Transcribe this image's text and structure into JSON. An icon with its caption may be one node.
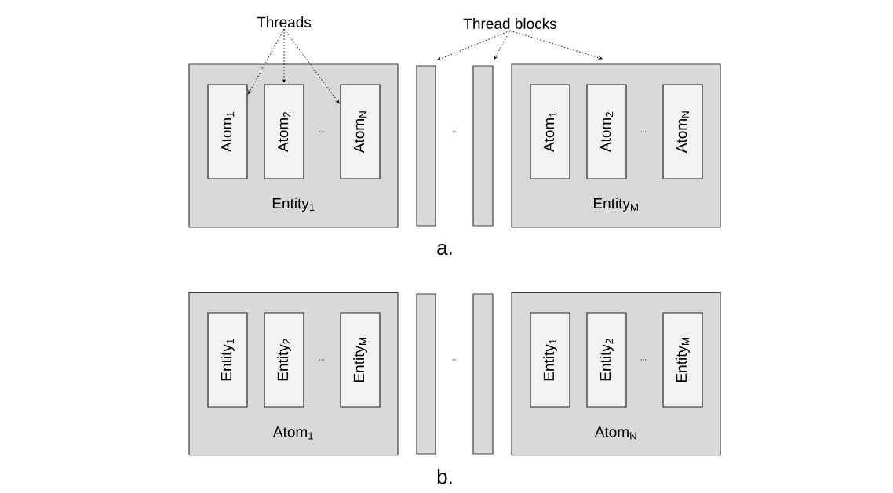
{
  "diagram": {
    "nodes": [
      {
        "text": [
          "Threads"
        ]
      },
      {
        "text": [
          "Thread blocks"
        ]
      },
      {
        "text": [
          "Entity$_{1}$"
        ]
      },
      {
        "text": [
          "Atom$_{1}$"
        ],
        "in": 2
      },
      {
        "text": [
          "Atom$_{2}$"
        ],
        "in": 2
      },
      {
        "text": [
          "Atom$_{N}$"
        ],
        "in": 2
      },
      {
        "text": [],
        "shape": "bar"
      },
      {
        "text": [],
        "shape": "bar"
      },
      {
        "text": [
          "Entity$_{M}$"
        ]
      },
      {
        "text": [
          "Atom$_{1}$"
        ],
        "in": 8
      },
      {
        "text": [
          "Atom$_{2}$"
        ],
        "in": 8
      },
      {
        "text": [
          "Atom$_{N}$"
        ],
        "in": 8
      },
      {
        "text": [
          "Atom$_{1}$"
        ]
      },
      {
        "text": [
          "Entity$_{1}$"
        ],
        "in": 12
      },
      {
        "text": [
          "Entity$_{2}$"
        ],
        "in": 12
      },
      {
        "text": [
          "Entity$_{M}$"
        ],
        "in": 12
      },
      {
        "text": [],
        "shape": "bar"
      },
      {
        "text": [],
        "shape": "bar"
      },
      {
        "text": [
          "Atom$_{N}$"
        ]
      },
      {
        "text": [
          "Entity$_{1}$"
        ],
        "in": 18
      },
      {
        "text": [
          "Entity$_{2}$"
        ],
        "in": 18
      },
      {
        "text": [
          "Entity$_{M}$"
        ],
        "in": 18
      }
    ],
    "edges": [
      {
        "from": 0,
        "to": 3,
        "arrow": "to",
        "style": "dashed"
      },
      {
        "from": 0,
        "to": 4,
        "arrow": "to",
        "style": "dashed"
      },
      {
        "from": 0,
        "to": 5,
        "arrow": "to",
        "style": "dashed"
      },
      {
        "from": 1,
        "to": 6,
        "arrow": "to",
        "style": "dashed"
      },
      {
        "from": 1,
        "to": 7,
        "arrow": "to",
        "style": "dashed"
      },
      {
        "from": 1,
        "to": 8,
        "arrow": "to",
        "style": "dashed"
      }
    ],
    "labels": [
      "...",
      "...",
      "...",
      "a.",
      "...",
      "...",
      "...",
      "b."
    ]
  }
}
